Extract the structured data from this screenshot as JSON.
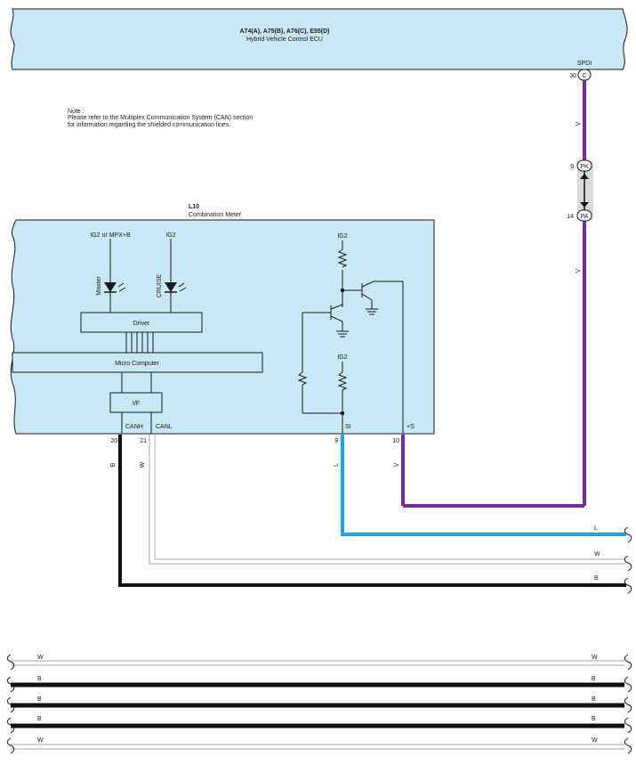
{
  "ecu": {
    "title": "A74(A), A75(B), A76(C), E55(D)",
    "subtitle": "Hybrid Vehicle Control ECU",
    "terminal_label": "SPDI",
    "terminal_pin": "30",
    "terminal_connector": "C"
  },
  "note": {
    "line1": "Note :",
    "line2": "Please refer to the Multiplex Communication System (CAN) section",
    "line3": "for information regarding the shielded communication lines."
  },
  "junction": {
    "top_pin": "9",
    "top_connector": "PK",
    "bottom_pin": "14",
    "bottom_connector": "PA"
  },
  "meter": {
    "code": "L10",
    "name": "Combination Meter",
    "supply_left": "IG2 or MPX+B",
    "supply_mid": "IG2",
    "supply_right_top": "IG2",
    "supply_right_mid": "IG2",
    "led_master": "Master",
    "led_cruise": "CRUISE",
    "driver": "Driver",
    "micro": "Micro Computer",
    "interface": "I/F",
    "canh": "CANH",
    "canl": "CANL",
    "si": "SI",
    "plus_s": "+S",
    "pin_canh": "20",
    "pin_canl": "21",
    "pin_si": "9",
    "pin_plus_s": "10"
  },
  "wire_colors": {
    "v": "V",
    "b": "B",
    "w": "W",
    "l": "L"
  },
  "colors": {
    "component_fill": "#c8e8f6",
    "violet_wire": "#7a2a9a",
    "blue_wire": "#1aa6e0",
    "black_wire": "#111111",
    "white_wire": "#bdbdbd",
    "junction_box": "#d9d9d9"
  },
  "bottom_wires": [
    {
      "left": "W",
      "right": "W"
    },
    {
      "left": "B",
      "right": "B"
    },
    {
      "left": "B",
      "right": "B"
    },
    {
      "left": "B",
      "right": "B"
    },
    {
      "left": "W",
      "right": "W"
    }
  ]
}
